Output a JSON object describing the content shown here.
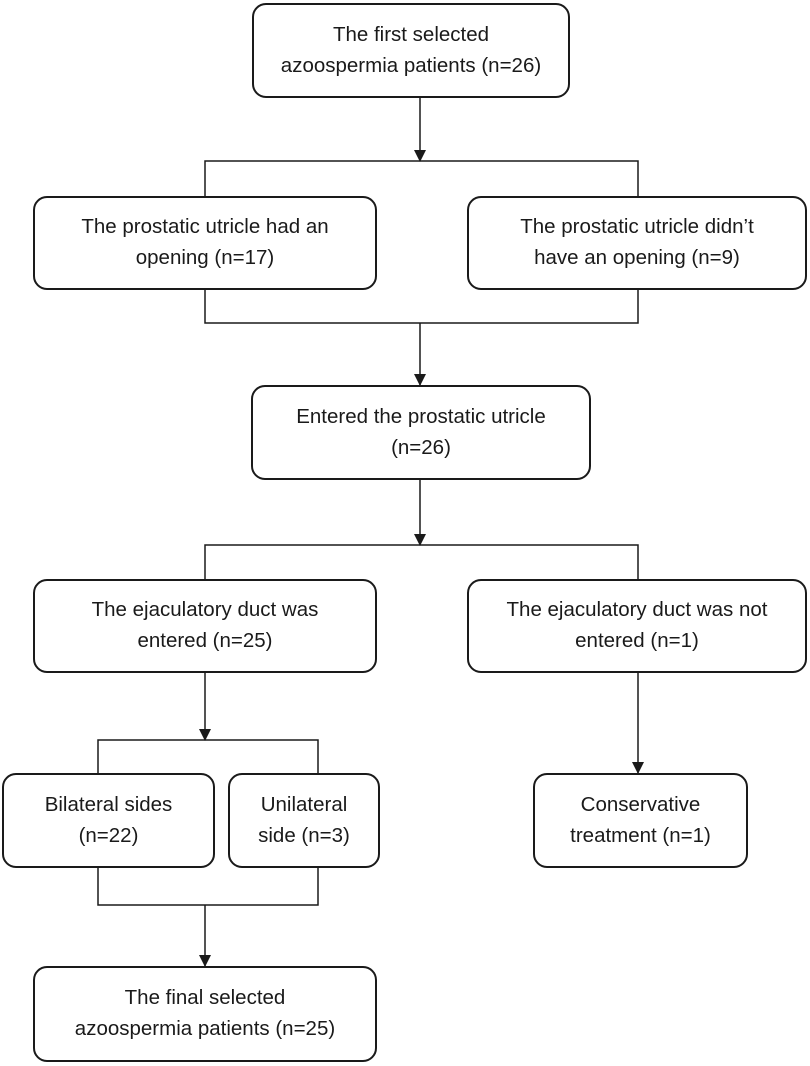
{
  "boxes": {
    "first_selected": {
      "line1": "The first selected",
      "line2": "azoospermia patients (n=26)"
    },
    "utricle_opening": {
      "line1": "The prostatic utricle had an",
      "line2": "opening (n=17)"
    },
    "utricle_no_opening": {
      "line1": "The prostatic utricle didn’t",
      "line2": "have an opening (n=9)"
    },
    "entered_utricle": {
      "line1": "Entered the prostatic utricle",
      "line2": "(n=26)"
    },
    "duct_entered": {
      "line1": "The ejaculatory duct was",
      "line2": "entered (n=25)"
    },
    "duct_not_entered": {
      "line1": "The ejaculatory duct was not",
      "line2": "entered (n=1)"
    },
    "bilateral": {
      "line1": "Bilateral sides",
      "line2": "(n=22)"
    },
    "unilateral": {
      "line1": "Unilateral",
      "line2": "side (n=3)"
    },
    "conservative": {
      "line1": "Conservative",
      "line2": "treatment (n=1)"
    },
    "final_selected": {
      "line1": "The final selected",
      "line2": "azoospermia patients (n=25)"
    }
  },
  "colors": {
    "stroke": "#1a1a1a",
    "background": "#ffffff"
  }
}
